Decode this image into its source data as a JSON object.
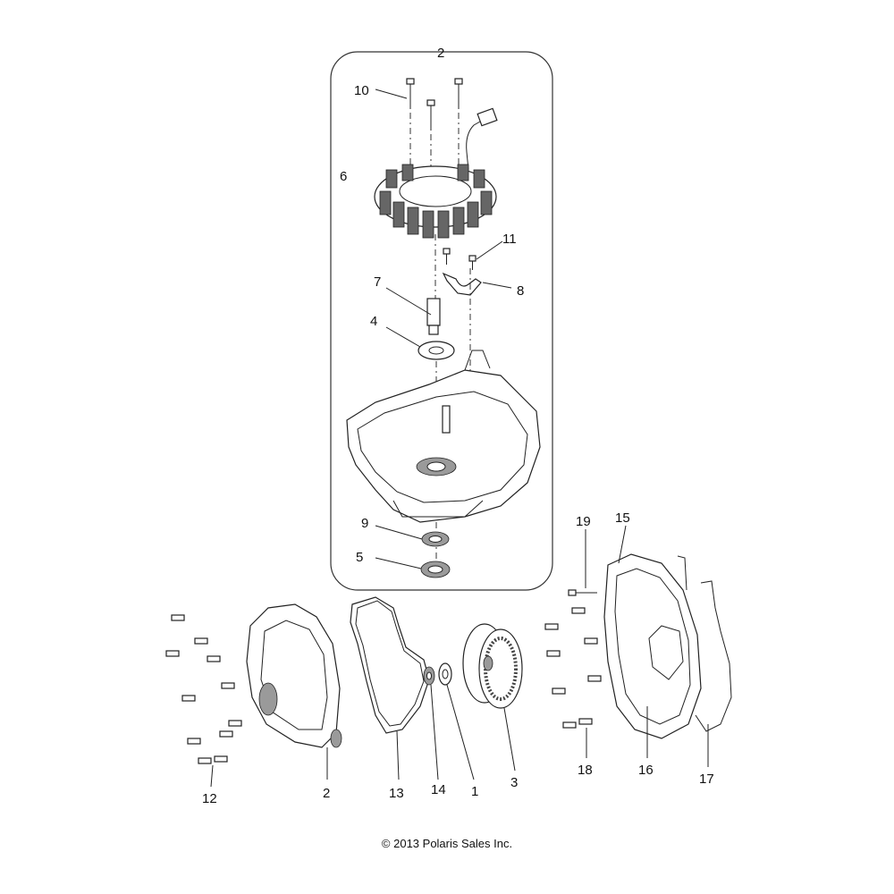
{
  "diagram": {
    "callouts": [
      {
        "id": "c2-top",
        "text": "2"
      },
      {
        "id": "c10",
        "text": "10"
      },
      {
        "id": "c6",
        "text": "6"
      },
      {
        "id": "c11",
        "text": "11"
      },
      {
        "id": "c8",
        "text": "8"
      },
      {
        "id": "c7",
        "text": "7"
      },
      {
        "id": "c4",
        "text": "4"
      },
      {
        "id": "c9",
        "text": "9"
      },
      {
        "id": "c5",
        "text": "5"
      },
      {
        "id": "c19",
        "text": "19"
      },
      {
        "id": "c15",
        "text": "15"
      },
      {
        "id": "c12",
        "text": "12"
      },
      {
        "id": "c2-bottom",
        "text": "2"
      },
      {
        "id": "c13",
        "text": "13"
      },
      {
        "id": "c14",
        "text": "14"
      },
      {
        "id": "c1",
        "text": "1"
      },
      {
        "id": "c3",
        "text": "3"
      },
      {
        "id": "c18",
        "text": "18"
      },
      {
        "id": "c16",
        "text": "16"
      },
      {
        "id": "c17",
        "text": "17"
      }
    ],
    "copyright": "© 2013 Polaris Sales Inc."
  }
}
